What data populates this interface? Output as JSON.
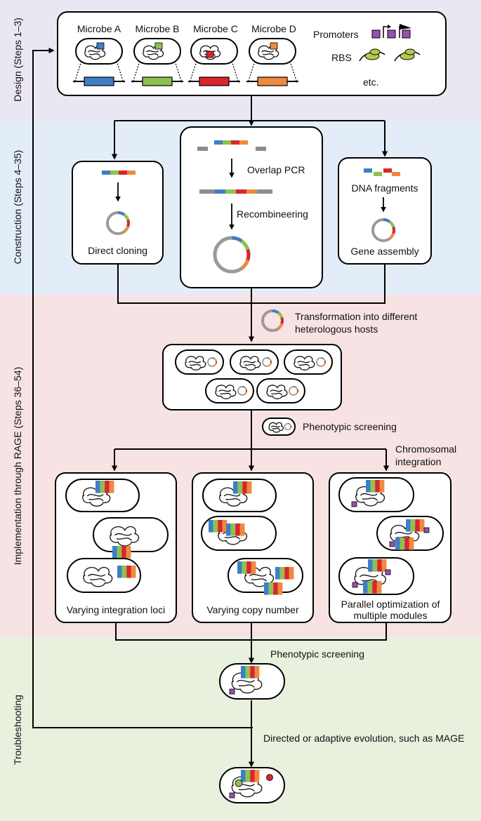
{
  "stages": {
    "design": "Design (Steps 1–3)",
    "construction": "Construction (Steps 4–35)",
    "implementation": "Implementation through RAGE (Steps 36–54)",
    "troubleshooting": "Troubleshooting"
  },
  "design": {
    "microbes": [
      "Microbe A",
      "Microbe B",
      "Microbe C",
      "Microbe D"
    ],
    "promoters": "Promoters",
    "rbs": "RBS",
    "etc": "etc."
  },
  "construction": {
    "direct_cloning": "Direct cloning",
    "overlap_pcr": "Overlap PCR",
    "recombineering": "Recombineering",
    "dna_fragments": "DNA fragments",
    "gene_assembly": "Gene assembly"
  },
  "implementation": {
    "transformation": "Transformation into different heterologous hosts",
    "phenotypic_screening": "Phenotypic screening",
    "chromosomal_integration": "Chromosomal integration",
    "varying_loci": "Varying integration loci",
    "varying_copy": "Varying copy number",
    "parallel": "Parallel optimization of multiple modules"
  },
  "troubleshooting": {
    "phenotypic_screening": "Phenotypic screening",
    "directed_evolution": "Directed or adaptive evolution, such as MAGE"
  },
  "colors": {
    "blue": "#3f7fc4",
    "green": "#8dc150",
    "red": "#d8262c",
    "orange": "#ef8a3c",
    "purple": "#9b4fb0",
    "gray": "#8c8c8c",
    "design_bg": "#ebe7f2",
    "construction_bg": "#e3edf8",
    "implementation_bg": "#f7e3e3",
    "troubleshooting_bg": "#e7f1de"
  }
}
